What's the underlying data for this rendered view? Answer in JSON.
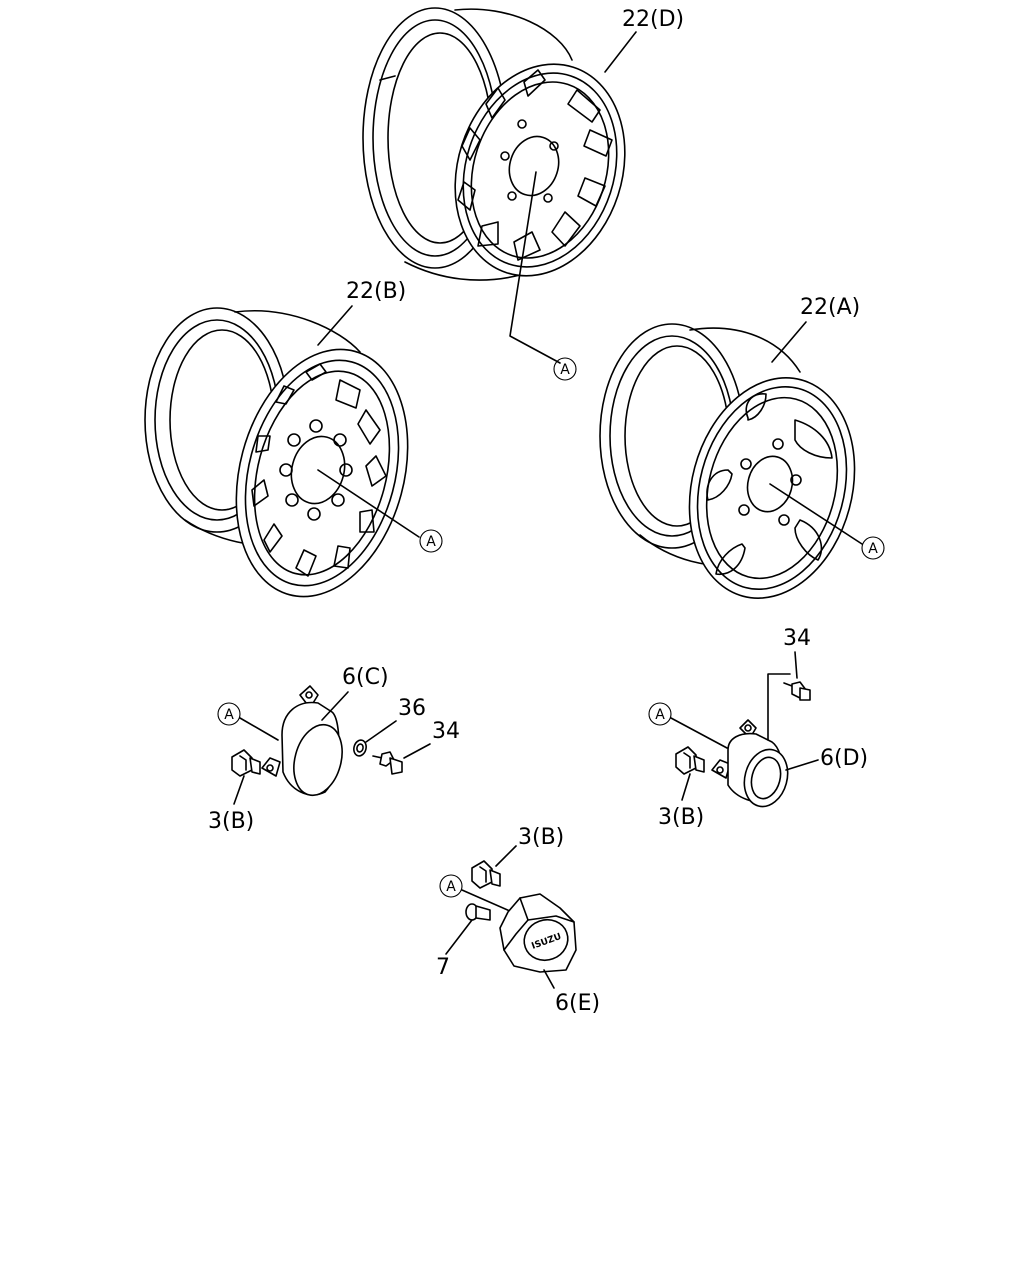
{
  "callouts": {
    "wheel_d": "22(D)",
    "wheel_b": "22(B)",
    "wheel_a": "22(A)",
    "cap_c": "6(C)",
    "washer": "36",
    "screw_c": "34",
    "nut_c": "3(B)",
    "screw_d": "34",
    "cap_d": "6(D)",
    "nut_d": "3(B)",
    "nut_e": "3(B)",
    "bolt_e": "7",
    "cap_e": "6(E)"
  },
  "reference_marker": "A",
  "cap_emblem": "ISUZU"
}
